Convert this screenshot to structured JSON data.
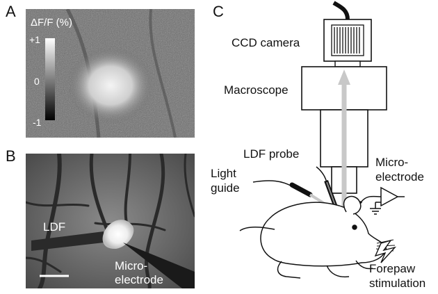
{
  "panels": {
    "a": {
      "letter": "A",
      "colorbar_title": "ΔF/F (%)",
      "colorbar_max": "+1",
      "colorbar_mid": "0",
      "colorbar_min": "-1"
    },
    "b": {
      "letter": "B",
      "ldf_label": "LDF",
      "electrode_label_line1": "Micro-",
      "electrode_label_line2": "electrode"
    },
    "c": {
      "letter": "C",
      "ccd_camera": "CCD camera",
      "macroscope": "Macroscope",
      "ldf_probe": "LDF probe",
      "light_guide_line1": "Light",
      "light_guide_line2": "guide",
      "microelectrode_line1": "Micro-",
      "microelectrode_line2": "electrode",
      "forepaw_line1": "Forepaw",
      "forepaw_line2": "stimulation"
    }
  },
  "colors": {
    "light_path": "#c8c8c8",
    "line": "#111111",
    "panel_a_bg": "#6b6b6b",
    "panel_b_bg": "#6e6e6e"
  }
}
